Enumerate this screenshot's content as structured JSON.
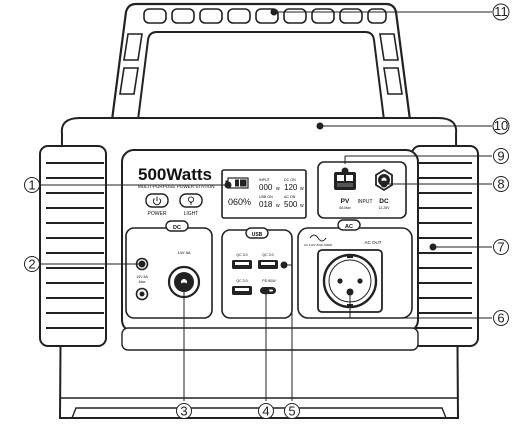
{
  "device": {
    "brand": "500Watts",
    "subtitle": "MULTI-PURPOSE POWER STATION"
  },
  "display": {
    "battery_pct": "060%",
    "input_label": "INPUT",
    "input_value": "000",
    "input_unit": "w",
    "dc_on_label": "DC ON",
    "dc_on_value": "120",
    "dc_on_unit": "w",
    "usb_on_label": "USB ON",
    "usb_on_value": "018",
    "usb_on_unit": "w",
    "ac_on_label": "AC ON",
    "ac_on_value": "500",
    "ac_on_unit": "w"
  },
  "buttons": {
    "power": "POWER",
    "light": "LIGHT"
  },
  "input_panel": {
    "pv": "PV",
    "pv_rating": "8A Max",
    "input": "INPUT",
    "dc": "DC",
    "dc_rating": "12-28V"
  },
  "dc_panel": {
    "badge": "DC",
    "car_port_label": "14V 8A",
    "side_label": "14V 8A",
    "side_sub": "Max"
  },
  "usb_panel": {
    "badge": "USB",
    "port1": "QC 3.0",
    "port2": "QC 3.0",
    "port3": "QC 3.0",
    "port4": "PD 60W"
  },
  "ac_panel": {
    "badge": "AC",
    "out": "AC OUT",
    "rating": "AC 110V 60Hz 500W"
  },
  "callouts": [
    "1",
    "2",
    "3",
    "4",
    "5",
    "6",
    "7",
    "8",
    "9",
    "10",
    "11"
  ]
}
